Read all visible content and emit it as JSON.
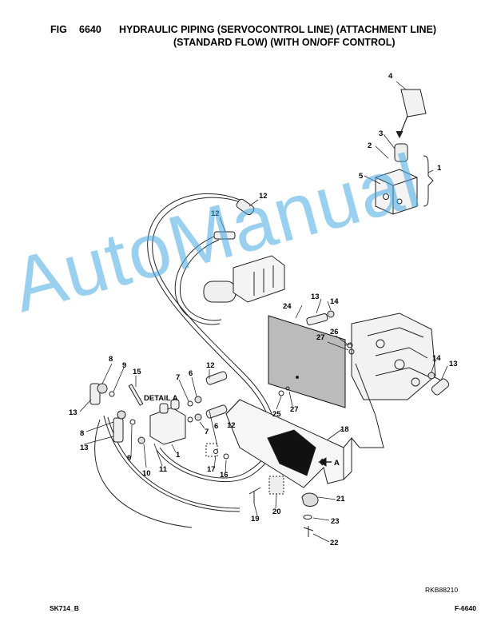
{
  "header": {
    "fig_label": "FIG",
    "fig_number": "6640",
    "title_line1": "HYDRAULIC PIPING (SERVOCONTROL LINE) (ATTACHMENT LINE)",
    "title_line2": "(STANDARD FLOW) (WITH ON/OFF CONTROL)"
  },
  "callouts": {
    "c1_top": "1",
    "c2": "2",
    "c3": "3",
    "c4": "4",
    "c5": "5",
    "c12_a": "12",
    "c12_b": "12",
    "c12_c": "12",
    "c12_d": "12",
    "c13_a": "13",
    "c14_a": "14",
    "c24": "24",
    "c26": "26",
    "c27_a": "27",
    "c14_b": "14",
    "c13_b": "13",
    "c8_a": "8",
    "c9_a": "9",
    "c15": "15",
    "c7_a": "7",
    "c6_a": "6",
    "c13_c": "13",
    "c8_b": "8",
    "c13_d": "13",
    "c9_b": "9",
    "c10": "10",
    "c11": "11",
    "c1_detail": "1",
    "c7_b": "7",
    "c6_b": "6",
    "c17": "17",
    "c16": "16",
    "c25": "25",
    "c27_b": "27",
    "c18": "18",
    "c21": "21",
    "c19": "19",
    "c20": "20",
    "c23": "23",
    "c22": "22"
  },
  "detail_label": "DETAIL A",
  "view_label": "A",
  "watermark": "AutoManual",
  "drawing_code": "RKB88210",
  "footer": {
    "left": "SK714_B",
    "right": "F-6640"
  }
}
